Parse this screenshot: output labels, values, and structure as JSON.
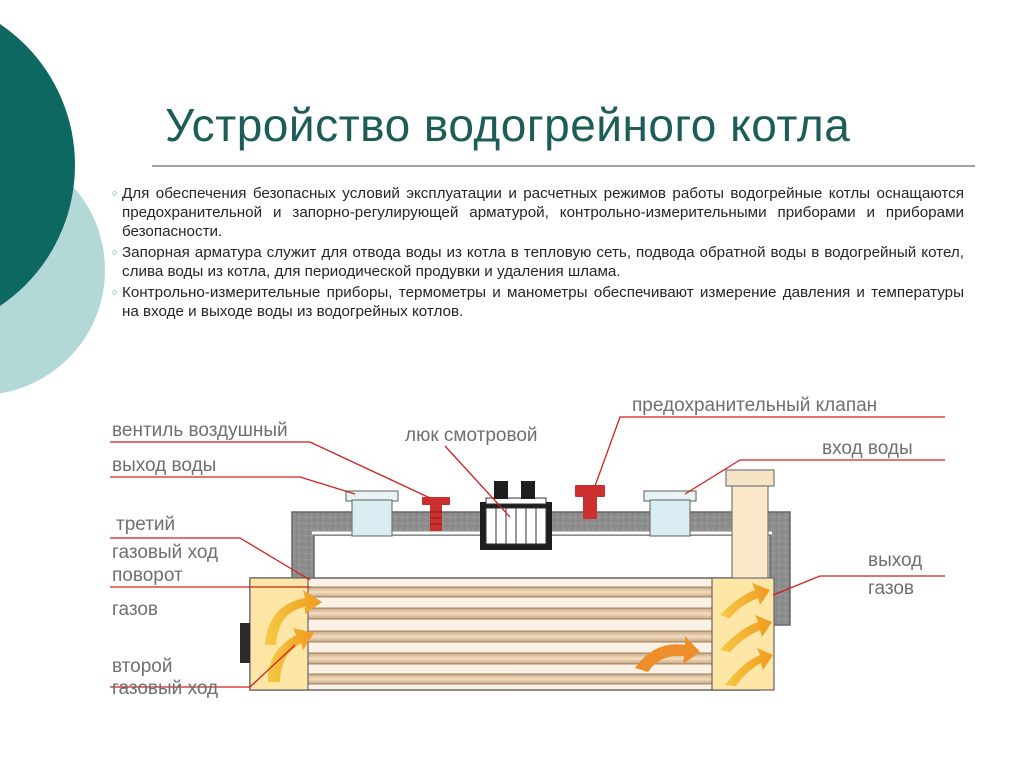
{
  "slide": {
    "title": "Устройство водогрейного котла",
    "bullets": [
      "Для обеспечения безопасных условий эксплуатации и расчетных режимов работы водогрейные котлы оснащаются предохранительной и запорно-регулирующей арматурой, контрольно-измерительными приборами и приборами безопасности.",
      "Запорная арматура служит для отвода воды из котла в тепловую сеть, подвода обратной воды в водогрейный котел, слива воды из котла, для периодической продувки и удаления шлама.",
      "Контрольно-измерительные приборы, термометры и манометры обеспечивают измерение давления и температуры на входе и выходе воды из водогрейных котлов."
    ],
    "bullet_icon": "circle-bullet-icon"
  },
  "diagram": {
    "labels": {
      "air_valve": "вентиль воздушный",
      "water_out": "выход воды",
      "third_pass_1": "третий",
      "third_pass_2": "газовый ход",
      "turn_1": "поворот",
      "turn_2": "газов",
      "second_pass_1": "второй",
      "second_pass_2": "газовый ход",
      "hatch": "люк смотровой",
      "safety_valve": "предохранительный клапан",
      "water_in": "вход воды",
      "gas_out_1": "выход",
      "gas_out_2": "газов"
    }
  },
  "colors": {
    "title": "#1d5d58",
    "deco_dark": "#0e6862",
    "deco_light": "#b3d9d7",
    "label": "#6f6f6f",
    "leader": "#d0201e",
    "casing": "#8c8c8c",
    "pipes": "#e3c8a3",
    "flame": "#f3b324",
    "valve": "#cc2f2f",
    "nozzle": "#d9edf3"
  }
}
